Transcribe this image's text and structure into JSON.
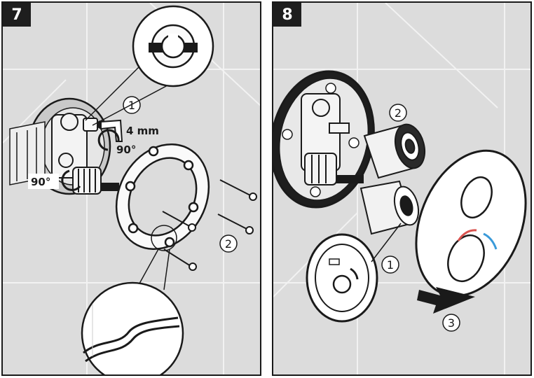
{
  "steps": [
    {
      "number": "7",
      "labels": {
        "hex_size": "4 mm",
        "rotation_a": "90°",
        "rotation_b": "90°"
      },
      "callouts": [
        "1",
        "2"
      ]
    },
    {
      "number": "8",
      "callouts": [
        "1",
        "2",
        "3"
      ]
    }
  ],
  "colors": {
    "background": "#dcdcdc",
    "ink": "#1a1a1a",
    "hot": "#d9534f",
    "cold": "#3a9ad9"
  }
}
